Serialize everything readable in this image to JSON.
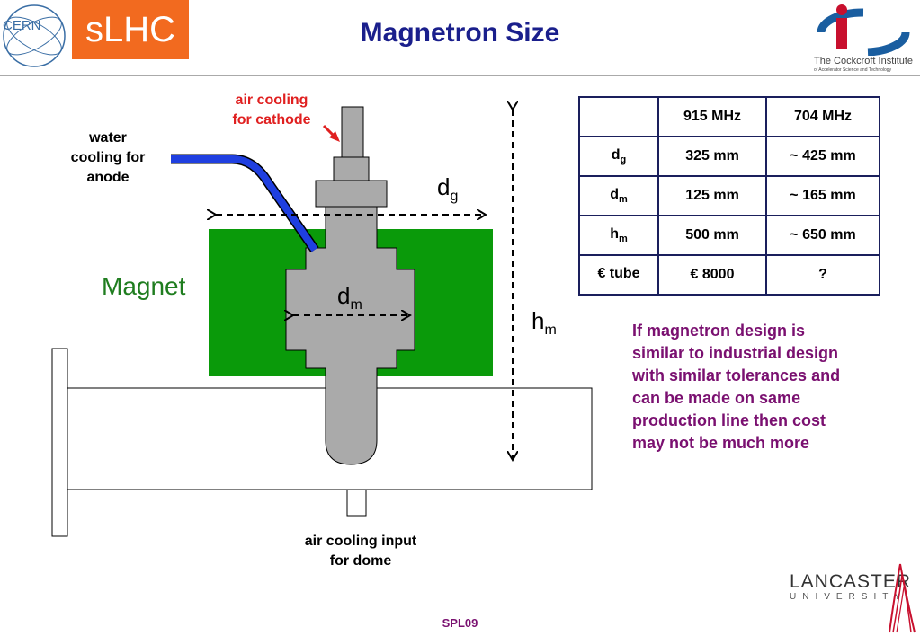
{
  "header": {
    "title": "Magnetron Size",
    "slhc_label": "sLHC",
    "cern_label": "CERN",
    "cockcroft_label": "The Cockcroft Institute",
    "cockcroft_sub": "of Accelerator Science and Technology"
  },
  "diagram": {
    "air_cooling_cathode": [
      "air cooling",
      "for cathode"
    ],
    "water_cooling": [
      "water",
      "cooling for",
      "anode"
    ],
    "magnet_label": "Magnet",
    "dg": {
      "main": "d",
      "sub": "g"
    },
    "dm": {
      "main": "d",
      "sub": "m"
    },
    "hm": {
      "main": "h",
      "sub": "m"
    },
    "air_cooling_dome": [
      "air cooling input",
      "for dome"
    ]
  },
  "table": {
    "headers": [
      "",
      "915 MHz",
      "704 MHz"
    ],
    "rows": [
      {
        "label": "d",
        "sub": "g",
        "v1": "325 mm",
        "v2": "~ 425 mm"
      },
      {
        "label": "d",
        "sub": "m",
        "v1": "125 mm",
        "v2": "~ 165 mm"
      },
      {
        "label": "h",
        "sub": "m",
        "v1": "500 mm",
        "v2": "~ 650 mm"
      },
      {
        "label": "€ tube",
        "sub": "",
        "v1": "€ 8000",
        "v2": "?"
      }
    ]
  },
  "note": [
    "If magnetron design is",
    "similar to industrial design",
    "with similar tolerances and",
    "can be made on same",
    "production line then cost",
    "may not be much more"
  ],
  "footer": "SPL09",
  "lancaster": {
    "name": "LANCASTER",
    "sub": "UNIVERSITY"
  },
  "colors": {
    "slhc_orange": "#f26a1f",
    "title_blue": "#1a1f8c",
    "magnet_green": "#0a9a0a",
    "note_purple": "#7a1070",
    "label_red": "#e02020"
  }
}
